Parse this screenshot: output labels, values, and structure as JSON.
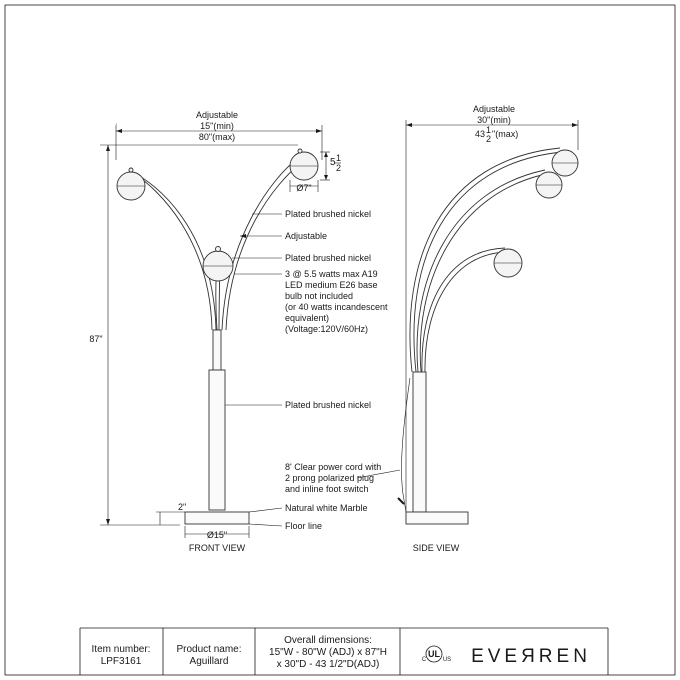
{
  "front_view": {
    "width_dim": {
      "line1": "Adjustable",
      "line2": "15\"(min)",
      "line3": "80\"(max)"
    },
    "shade_height": "5",
    "shade_height_frac": "1",
    "shade_height_den": "2",
    "shade_diameter": "Ø7\"",
    "height": "87\"",
    "base_offset": "2\"",
    "base_diameter": "Ø15\"",
    "caption": "FRONT VIEW",
    "callouts": {
      "finish_top": "Plated brushed nickel",
      "adjustable": "Adjustable",
      "finish_mid": "Plated brushed nickel",
      "bulb_lines": [
        "3 @ 5.5 watts max A19",
        "LED medium E26 base",
        "bulb not included",
        "(or 40 watts incandescent",
        "equivalent)",
        "(Voltage:120V/60Hz)"
      ],
      "finish_pole": "Plated brushed nickel",
      "cord_lines": [
        "8' Clear power cord with",
        "2 prong polarized plug",
        "and inline foot switch"
      ],
      "base": "Natural white Marble",
      "floor": "Floor line"
    }
  },
  "side_view": {
    "depth_dim": {
      "line1": "Adjustable",
      "line2": "30\"(min)",
      "line3": "43",
      "line3_frac_num": "1",
      "line3_frac_den": "2",
      "line3_suffix": "\"(max)"
    },
    "caption": "SIDE VIEW"
  },
  "footer": {
    "item_label": "Item number:",
    "item_value": "LPF3161",
    "product_label": "Product name:",
    "product_value": "Aguillard",
    "dims_label": "Overall dimensions:",
    "dims_lines": [
      "15\"W - 80\"W (ADJ) x 87\"H",
      "x 30\"D - 43 1/2\"D(ADJ)"
    ],
    "cert_mark": "UL",
    "cert_c": "C",
    "cert_us": "US",
    "brand": "EVEЯREN"
  }
}
